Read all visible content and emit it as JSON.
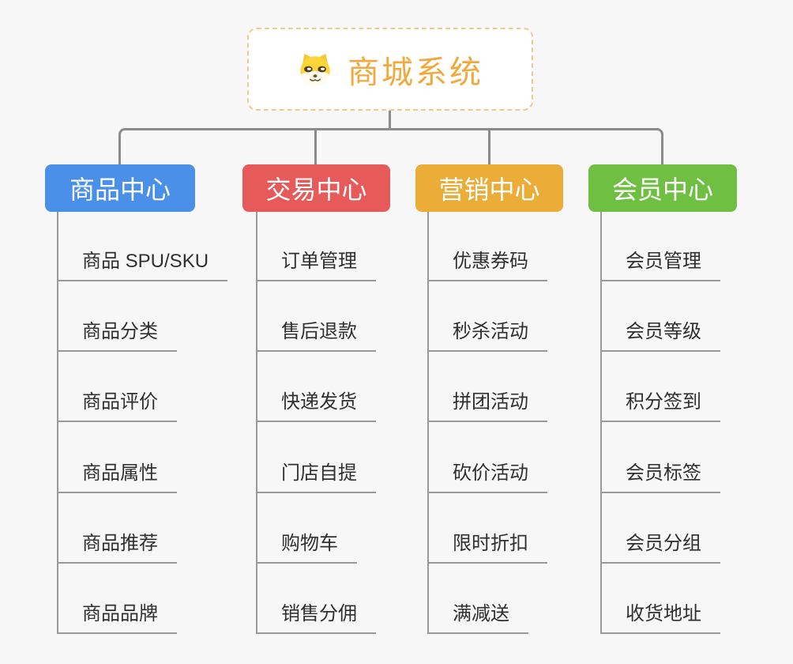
{
  "root": {
    "title": "商城系统",
    "icon": "shiba-dog-icon",
    "title_color": "#f0a93c",
    "border_color": "#f2c98c"
  },
  "branches": [
    {
      "label": "商品中心",
      "color": "#4b90e8",
      "children": [
        "商品 SPU/SKU",
        "商品分类",
        "商品评价",
        "商品属性",
        "商品推荐",
        "商品品牌"
      ]
    },
    {
      "label": "交易中心",
      "color": "#e65a5a",
      "children": [
        "订单管理",
        "售后退款",
        "快递发货",
        "门店自提",
        "购物车",
        "销售分佣"
      ]
    },
    {
      "label": "营销中心",
      "color": "#ebac38",
      "children": [
        "优惠券码",
        "秒杀活动",
        "拼团活动",
        "砍价活动",
        "限时折扣",
        "满减送"
      ]
    },
    {
      "label": "会员中心",
      "color": "#6fbf43",
      "children": [
        "会员管理",
        "会员等级",
        "积分签到",
        "会员标签",
        "会员分组",
        "收货地址"
      ]
    }
  ],
  "colors": {
    "background": "#f7f7f7",
    "connector": "#8c8c8c",
    "leaf_line": "#999999",
    "leaf_text": "#2f2f2f",
    "branch_text": "#ffffff"
  }
}
